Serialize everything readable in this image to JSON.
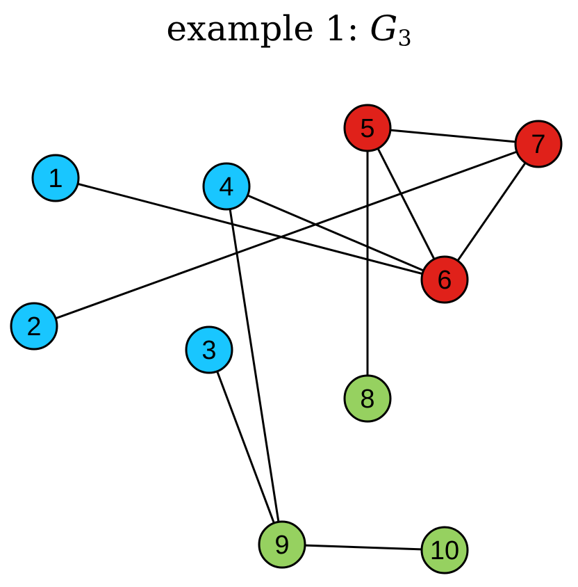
{
  "title": {
    "prefix": "example 1: ",
    "symbol": "G",
    "subscript": "3"
  },
  "colors": {
    "red": "#e0211a",
    "blue": "#19c6ff",
    "green": "#96d160",
    "outline": "#000000",
    "edge": "#000000"
  },
  "nodes": [
    {
      "id": "1",
      "label": "1",
      "group": "blue"
    },
    {
      "id": "2",
      "label": "2",
      "group": "blue"
    },
    {
      "id": "3",
      "label": "3",
      "group": "blue"
    },
    {
      "id": "4",
      "label": "4",
      "group": "blue"
    },
    {
      "id": "5",
      "label": "5",
      "group": "red"
    },
    {
      "id": "6",
      "label": "6",
      "group": "red"
    },
    {
      "id": "7",
      "label": "7",
      "group": "red"
    },
    {
      "id": "8",
      "label": "8",
      "group": "green"
    },
    {
      "id": "9",
      "label": "9",
      "group": "green"
    },
    {
      "id": "10",
      "label": "10",
      "group": "green"
    }
  ],
  "edges": [
    [
      "5",
      "7"
    ],
    [
      "5",
      "6"
    ],
    [
      "5",
      "8"
    ],
    [
      "7",
      "6"
    ],
    [
      "7",
      "2"
    ],
    [
      "1",
      "6"
    ],
    [
      "4",
      "6"
    ],
    [
      "4",
      "9"
    ],
    [
      "3",
      "9"
    ],
    [
      "9",
      "10"
    ]
  ]
}
